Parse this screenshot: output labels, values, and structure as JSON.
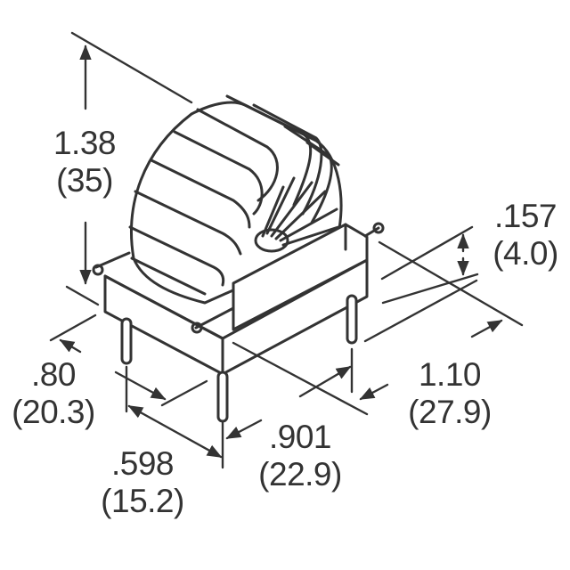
{
  "diagram": {
    "subject": "toroidal inductor on base, isometric dimension drawing",
    "line_color": "#333333",
    "background": "#ffffff"
  },
  "dimensions": {
    "height": {
      "inch": "1.38",
      "mm": "(35)"
    },
    "pin_height": {
      "inch": ".157",
      "mm": "(4.0)"
    },
    "depth": {
      "inch": ".80",
      "mm": "(20.3)"
    },
    "length": {
      "inch": "1.10",
      "mm": "(27.9)"
    },
    "pin_spacing_width": {
      "inch": ".598",
      "mm": "(15.2)"
    },
    "pin_spacing_length": {
      "inch": ".901",
      "mm": "(22.9)"
    }
  }
}
